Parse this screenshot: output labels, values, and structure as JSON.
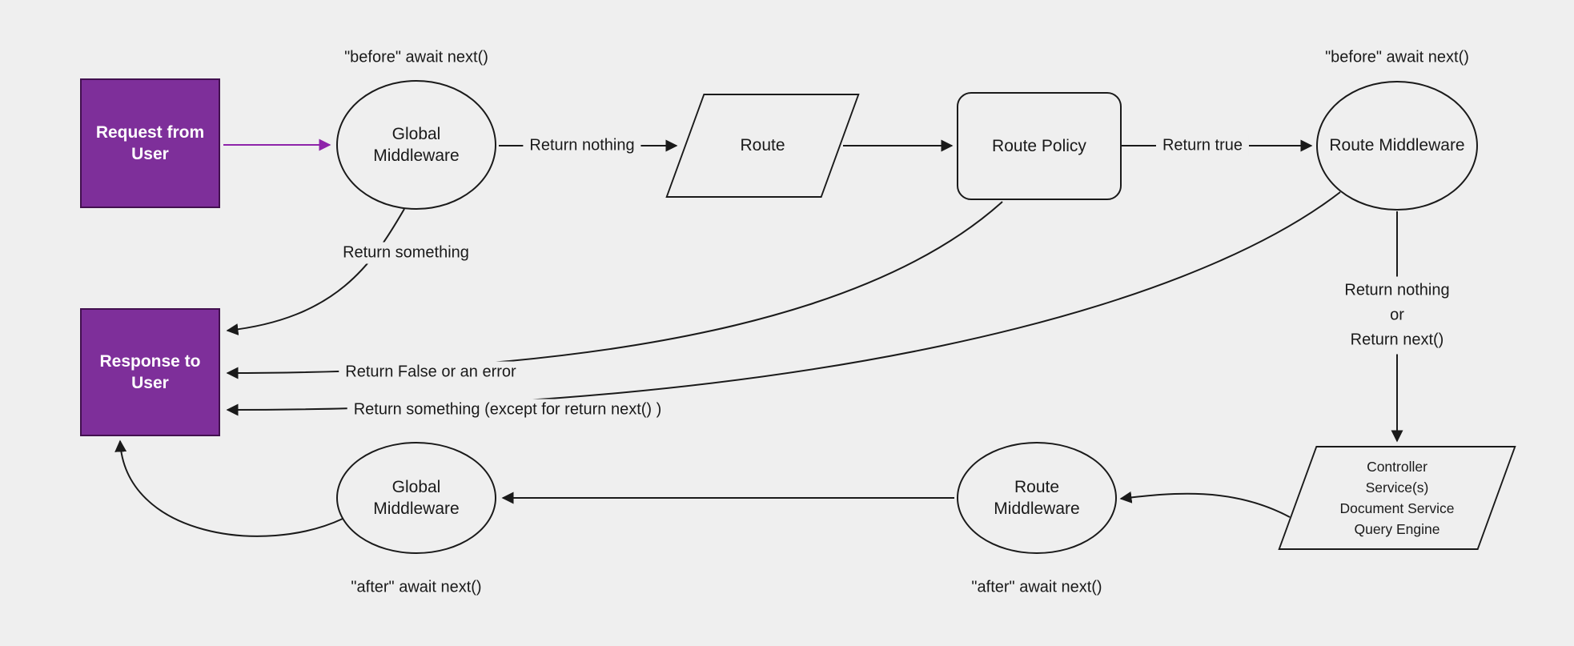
{
  "colors": {
    "background": "#efefef",
    "shape_fill": "#efefef",
    "stroke": "#1a1a1a",
    "text": "#1a1a1a",
    "accent": "#7e2f9a",
    "accent_border": "#42104f",
    "accent_arrow": "#8e24aa",
    "node_text_light": "#ffffff"
  },
  "nodes": {
    "request_from_user": {
      "label": "Request from User"
    },
    "global_middleware_top": {
      "label": "Global Middleware"
    },
    "route": {
      "label": "Route"
    },
    "route_policy": {
      "label": "Route Policy"
    },
    "route_middleware_top": {
      "label": "Route Middleware"
    },
    "response_to_user": {
      "label": "Response to User"
    },
    "controller_services": {
      "lines": [
        "Controller",
        "Service(s)",
        "Document Service",
        "Query Engine"
      ]
    },
    "route_middleware_bottom": {
      "label": "Route Middleware"
    },
    "global_middleware_bottom": {
      "label": "Global Middleware"
    }
  },
  "edge_labels": {
    "before_await_left": "\"before\" await next()",
    "before_await_right": "\"before\" await next()",
    "return_nothing": "Return nothing",
    "return_true": "Return true",
    "return_something": "Return something",
    "return_false_or_error": "Return False or an error",
    "return_something_except": "Return something (except for return next() )",
    "return_nothing_or_next": [
      "Return nothing",
      "or",
      "Return next()"
    ],
    "after_await_left": "\"after\" await next()",
    "after_await_right": "\"after\" await next()"
  }
}
